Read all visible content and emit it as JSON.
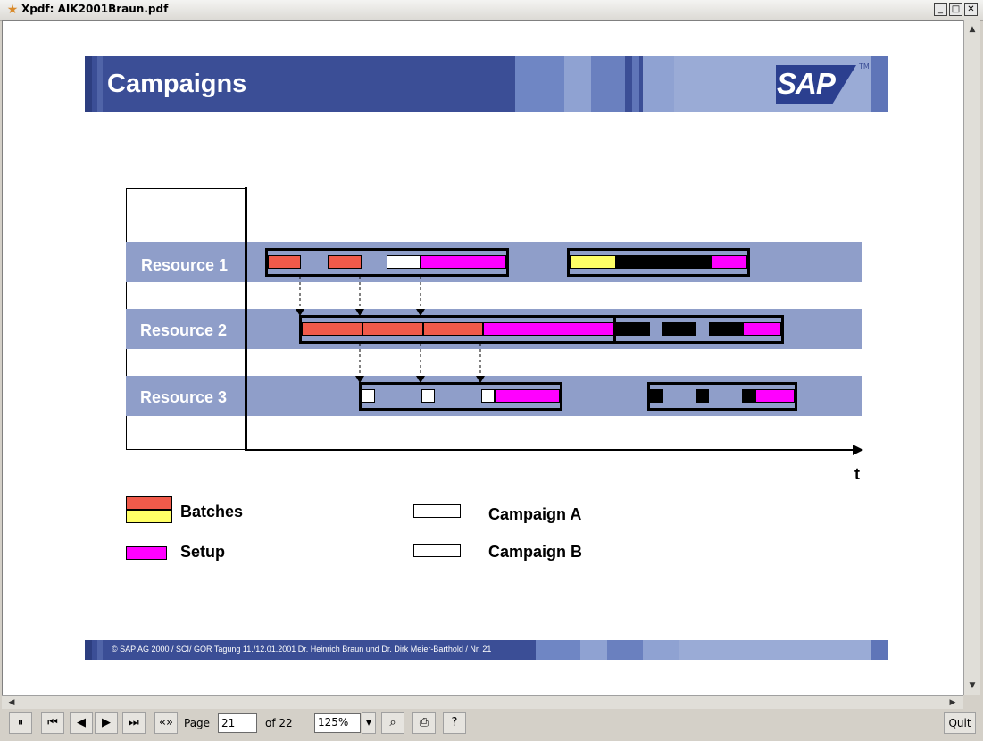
{
  "window": {
    "title": "Xpdf: AIK2001Braun.pdf",
    "app_icon": "star-icon"
  },
  "slide": {
    "title": "Campaigns",
    "logo": "SAP",
    "logo_tm": "TM",
    "resources": [
      "Resource 1",
      "Resource 2",
      "Resource 3"
    ],
    "axis_label": "t",
    "legend": {
      "batches": "Batches",
      "setup": "Setup",
      "campaign_a": "Campaign A",
      "campaign_b": "Campaign B"
    },
    "colors": {
      "batch_red": "#f05a4a",
      "batch_yellow": "#ffff66",
      "setup": "#ff00ff",
      "band": "#8f9ec9",
      "header": "#3b4e96"
    },
    "footer": "©  SAP AG 2000 / SCI/ GOR Tagung 11./12.01.2001 Dr. Heinrich Braun und Dr. Dirk Meier-Barthold / Nr. 21"
  },
  "toolbar": {
    "page_label": "Page",
    "page_value": "21",
    "of_label": "of 22",
    "zoom_value": "125%",
    "quit_label": "Quit",
    "help_label": "?"
  }
}
